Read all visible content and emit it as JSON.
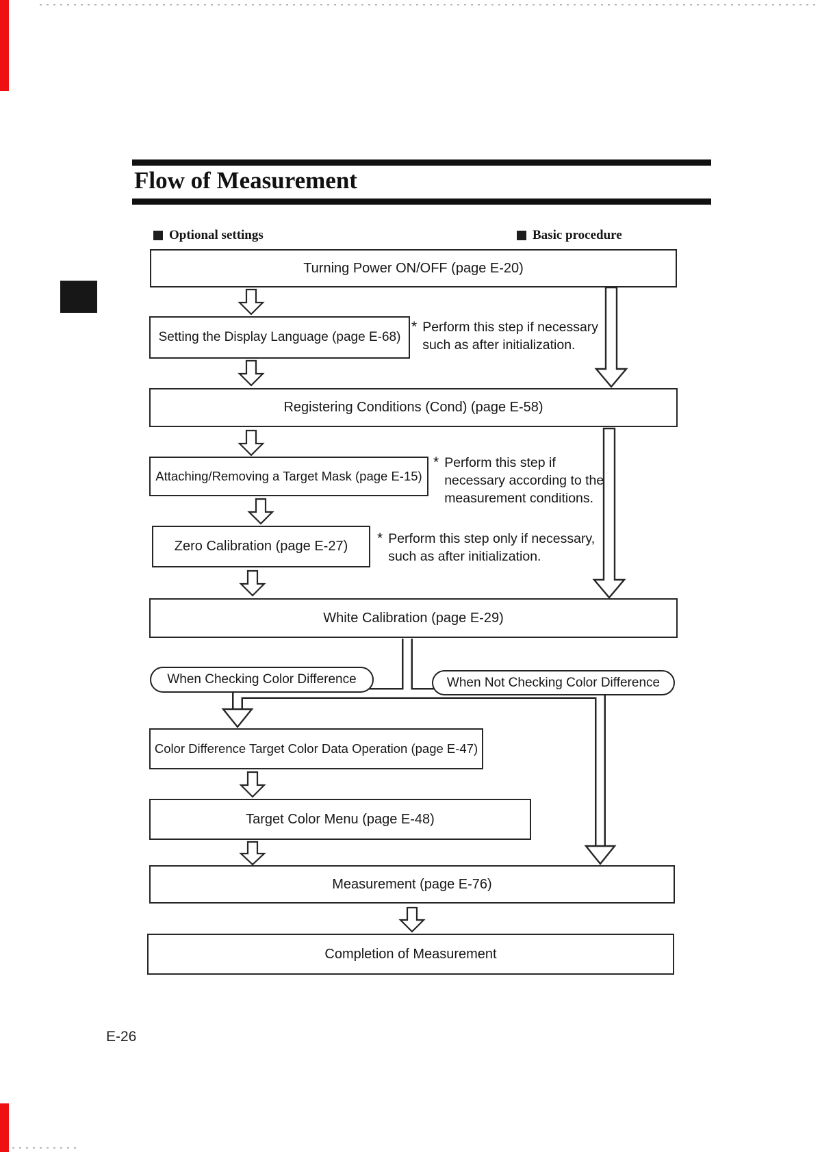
{
  "title": "Flow of Measurement",
  "legend": {
    "optional": "Optional settings",
    "basic": "Basic procedure"
  },
  "boxes": {
    "power": "Turning Power ON/OFF (page E-20)",
    "language": "Setting the Display Language (page E-68)",
    "conditions": "Registering Conditions (Cond) (page E-58)",
    "mask": "Attaching/Removing a Target Mask (page E-15)",
    "zero": "Zero Calibration (page E-27)",
    "white": "White Calibration (page E-29)",
    "target_data": "Color Difference Target Color Data Operation (page E-47)",
    "target_menu": "Target Color Menu (page E-48)",
    "measurement": "Measurement (page E-76)",
    "completion": "Completion of Measurement"
  },
  "pills": {
    "checking": "When Checking Color Difference",
    "not_checking": "When Not Checking Color Difference"
  },
  "notes": {
    "language": {
      "marker": "*",
      "lines": [
        "Perform this step if necessary",
        "such as after initialization."
      ]
    },
    "mask": {
      "marker": "*",
      "lines": [
        "Perform this step if",
        "necessary according to the",
        "measurement conditions."
      ]
    },
    "zero": {
      "marker": "*",
      "lines": [
        "Perform this step only if necessary,",
        "such as after initialization."
      ]
    }
  },
  "page_number": "E-26",
  "colors": {
    "ink": "#1a1a1a",
    "edge_mark": "#ee1111"
  }
}
